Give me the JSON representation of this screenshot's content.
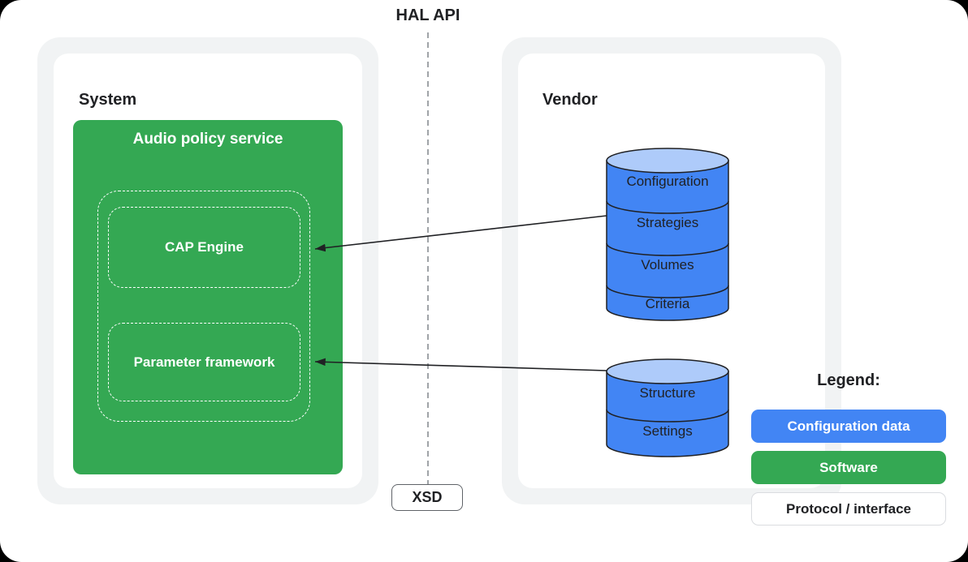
{
  "colors": {
    "blue": "#4285F4",
    "blue-light": "#AECBFA",
    "green": "#34A853",
    "gray-container": "#F1F3F4",
    "ink": "#202124",
    "ink-soft": "#5F6368",
    "border-gray": "#DADCE0",
    "dash": "#80868B"
  },
  "hal_api": {
    "label": "HAL API"
  },
  "xsd": {
    "label": "XSD"
  },
  "system": {
    "title": "System",
    "service": {
      "title": "Audio policy service",
      "modules": [
        {
          "label": "CAP Engine"
        },
        {
          "label": "Parameter framework"
        }
      ]
    }
  },
  "vendor": {
    "title": "Vendor",
    "databases": [
      {
        "name": "configuration-database",
        "segments": [
          "Configuration",
          "Strategies",
          "Volumes",
          "Criteria"
        ]
      },
      {
        "name": "settings-database",
        "segments": [
          "Structure",
          "Settings"
        ]
      }
    ]
  },
  "legend": {
    "title": "Legend:",
    "items": [
      {
        "label": "Configuration data",
        "type": "blue"
      },
      {
        "label": "Software",
        "type": "green"
      },
      {
        "label": "Protocol / interface",
        "type": "white"
      }
    ]
  }
}
